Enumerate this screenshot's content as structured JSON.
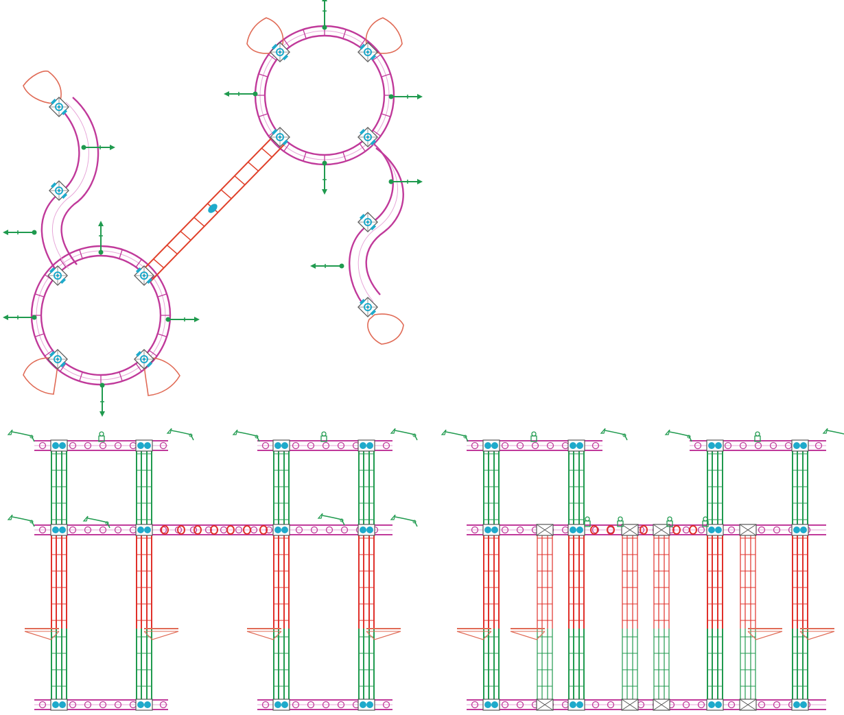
{
  "drawing": {
    "views": [
      {
        "id": "plan-view"
      },
      {
        "id": "front-elevation"
      },
      {
        "id": "side-elevation"
      }
    ],
    "colors": {
      "truss_ring": "#c0399a",
      "truss_ring_light": "#e7a6d8",
      "bridge_truss": "#e0402a",
      "tower_green": "#1f9a4e",
      "tower_red": "#e0302a",
      "node_cyan": "#1eaacb",
      "node_gray": "#555555",
      "wing_outline": "#e06a55",
      "arrow_green": "#1f9a4e"
    },
    "icons": [
      "lighting-fixture-icon",
      "dimension-arrow-icon",
      "truss-node-icon"
    ]
  }
}
